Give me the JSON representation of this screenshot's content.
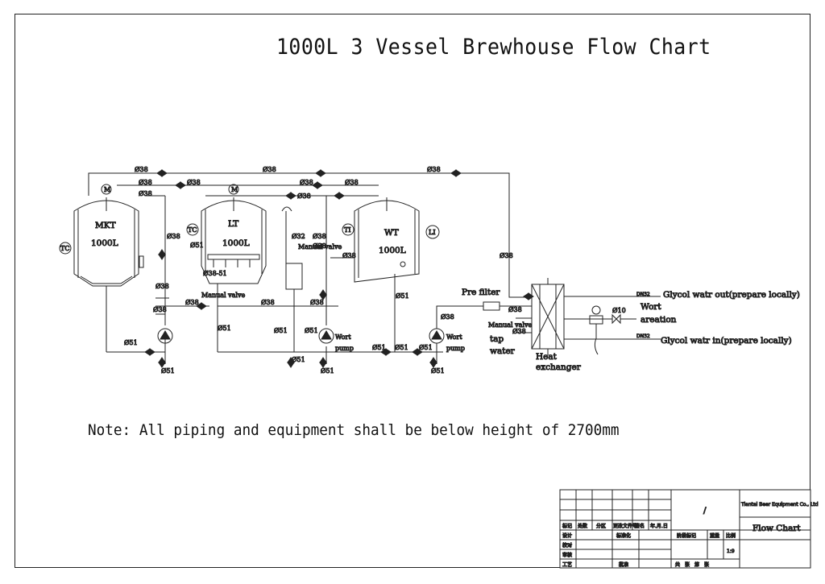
{
  "title": "1000L 3 Vessel Brewhouse Flow Chart",
  "note": "Note: All piping and equipment shall be below height of 2700mm",
  "vessels": {
    "mkt": {
      "name": "MKT",
      "volume": "1000L"
    },
    "lt": {
      "name": "LT",
      "volume": "1000L"
    },
    "wt": {
      "name": "WT",
      "volume": "1000L"
    }
  },
  "instruments": {
    "tc": "TC",
    "ti": "TI",
    "motor": "M",
    "li": "LI"
  },
  "pipes": {
    "d38": "Ø38",
    "d51": "Ø51",
    "d32": "Ø32",
    "d10": "Ø10",
    "dn32": "DN32",
    "d38_51": "Ø38-51"
  },
  "labels": {
    "manual_valve": "Manual valve",
    "wort_pump_1": "Wort",
    "pump_word": "pump",
    "pre_filter": "Pre filter",
    "tap": "tap",
    "water": "water",
    "heat": "Heat",
    "exchanger": "exchanger",
    "glycol_out": "Glycol watr out(prepare locally)",
    "glycol_in": "Glycol watr in(prepare locally)",
    "wort_aeration_1": "Wort",
    "wort_aeration_2": "areation"
  },
  "title_block": {
    "company": "Tiantai Beer Equipment Co., Ltd",
    "drawing_name": "Flow Chart",
    "slash": "/",
    "scale": "1:9",
    "row_labels": [
      "设计",
      "校对",
      "审核",
      "工艺"
    ],
    "header_cells": [
      "标记",
      "处数",
      "分区",
      "更改文件号",
      "签名",
      "年.月.日"
    ],
    "standard": "标准化",
    "approve": "批准",
    "stage": "阶段标记",
    "weight": "重量",
    "ratio": "比例",
    "sheets": "共　张　第　张"
  }
}
